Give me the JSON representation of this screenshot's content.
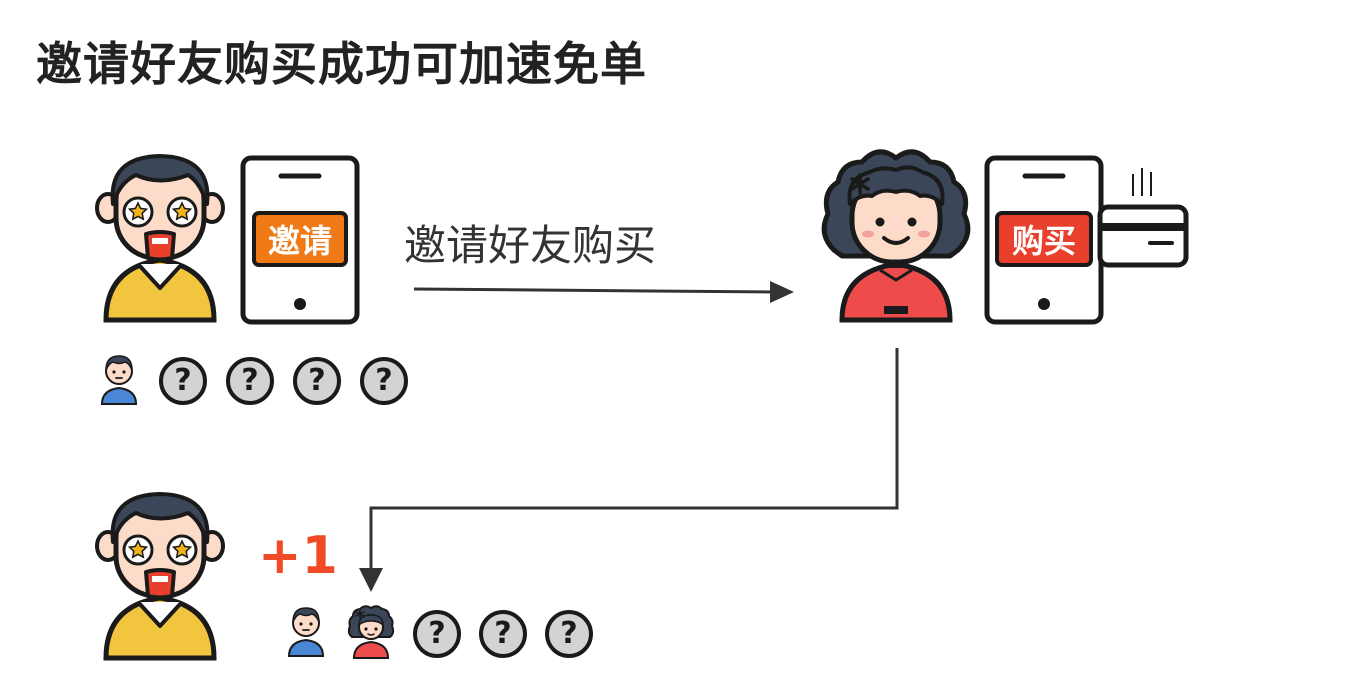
{
  "title": "邀请好友购买成功可加速免单",
  "arrow_label": "邀请好友购买",
  "invite_button": "邀请",
  "buy_button": "购买",
  "plus_one": "+1",
  "slot_placeholder": "?",
  "colors": {
    "invite_orange": "#f07a16",
    "buy_red": "#e8402c",
    "plus_one_red": "#f04a26",
    "shirt_yellow": "#f2c53e",
    "sweater_red": "#ee4b4b",
    "skin": "#fcdcc8",
    "hair_dark": "#3b4658",
    "slot_gray": "#d3d3d3"
  },
  "top_row_slots": {
    "filled": [
      "friend-avatar"
    ],
    "empty": 4
  },
  "bottom_row_slots": {
    "filled": [
      "friend-avatar",
      "lady-avatar"
    ],
    "empty": 3
  }
}
